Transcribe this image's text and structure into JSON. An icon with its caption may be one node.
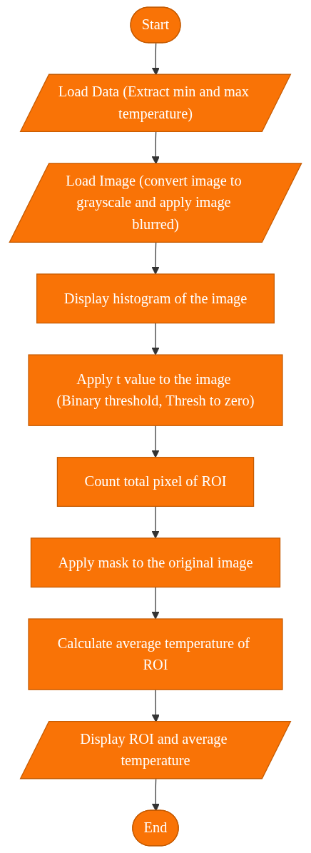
{
  "diagram": {
    "nodes": [
      {
        "text": [
          "Start"
        ]
      },
      {
        "text": [
          "Load Data (Extract min and max temperature)"
        ]
      },
      {
        "text": [
          "Load Image (convert image to grayscale and apply image blurred)"
        ]
      },
      {
        "text": [
          "Display histogram of the image"
        ]
      },
      {
        "text": [
          "Apply t value to the image (Binary threshold, Thresh to zero)"
        ]
      },
      {
        "text": [
          "Count total pixel of ROI"
        ]
      },
      {
        "text": [
          "Apply mask to the original image"
        ]
      },
      {
        "text": [
          "Calculate average temperature of ROI"
        ]
      },
      {
        "text": [
          "Display ROI and average temperature"
        ]
      },
      {
        "text": [
          "End"
        ]
      }
    ],
    "edges": [
      {
        "from": 0,
        "to": 1,
        "arrow": "to"
      },
      {
        "from": 1,
        "to": 2,
        "arrow": "to"
      },
      {
        "from": 2,
        "to": 3,
        "arrow": "to"
      },
      {
        "from": 3,
        "to": 4,
        "arrow": "to"
      },
      {
        "from": 4,
        "to": 5,
        "arrow": "to"
      },
      {
        "from": 5,
        "to": 6,
        "arrow": "to"
      },
      {
        "from": 6,
        "to": 7,
        "arrow": "to"
      },
      {
        "from": 7,
        "to": 8,
        "arrow": "to"
      },
      {
        "from": 8,
        "to": 9,
        "arrow": "to"
      }
    ]
  }
}
